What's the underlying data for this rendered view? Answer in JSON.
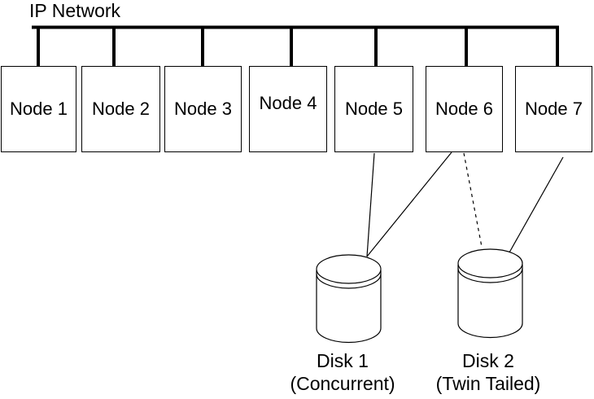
{
  "title": "IP Network",
  "nodes": [
    {
      "label": "Node 1"
    },
    {
      "label": "Node 2"
    },
    {
      "label": "Node 3"
    },
    {
      "label": "Node 4"
    },
    {
      "label": "Node 5"
    },
    {
      "label": "Node 6"
    },
    {
      "label": "Node 7"
    }
  ],
  "disks": [
    {
      "name": "Disk 1",
      "type": "(Concurrent)"
    },
    {
      "name": "Disk 2",
      "type": "(Twin Tailed)"
    }
  ],
  "connections": [
    {
      "from": "Node 5",
      "to": "Disk 1",
      "style": "solid"
    },
    {
      "from": "Node 6",
      "to": "Disk 1",
      "style": "solid"
    },
    {
      "from": "Node 6",
      "to": "Disk 2",
      "style": "dashed"
    },
    {
      "from": "Node 7",
      "to": "Disk 2",
      "style": "solid"
    }
  ],
  "colors": {
    "line": "#000000",
    "background": "#ffffff"
  }
}
